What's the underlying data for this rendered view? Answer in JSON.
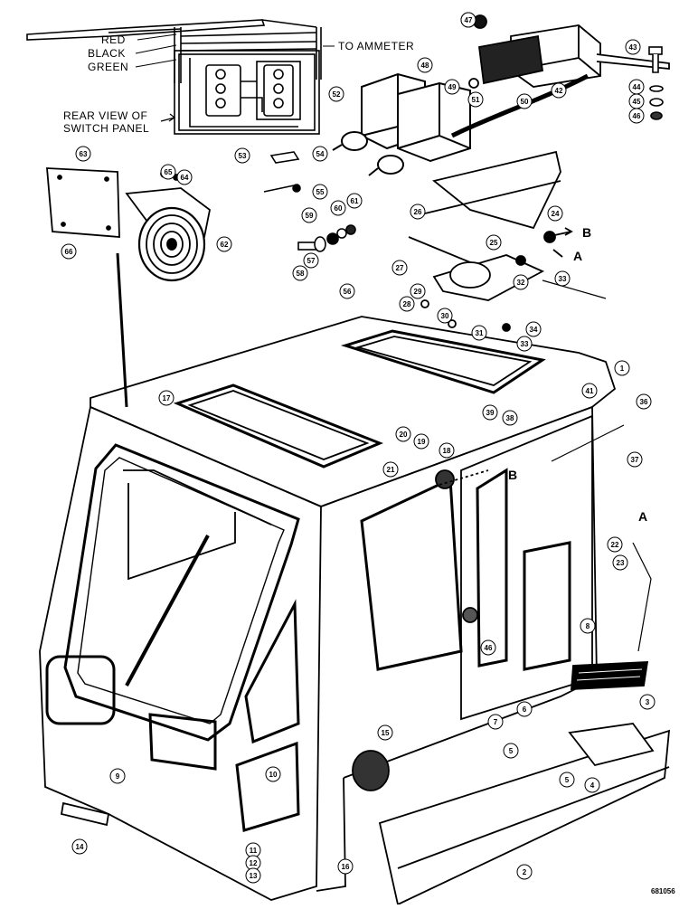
{
  "wire_labels": {
    "red": "RED",
    "black": "BLACK",
    "green": "GREEN",
    "ammeter": "TO AMMETER"
  },
  "panel_label": [
    "REAR VIEW OF",
    "SWITCH PANEL"
  ],
  "figure_id": "681056",
  "letters": {
    "a": "A",
    "b": "B"
  },
  "callouts": [
    "1",
    "2",
    "3",
    "4",
    "5",
    "6",
    "7",
    "8",
    "9",
    "10",
    "11",
    "12",
    "13",
    "14",
    "15",
    "16",
    "17",
    "18",
    "19",
    "20",
    "21",
    "22",
    "23",
    "24",
    "25",
    "26",
    "27",
    "28",
    "29",
    "30",
    "31",
    "32",
    "33",
    "34",
    "36",
    "37",
    "38",
    "39",
    "41",
    "42",
    "43",
    "44",
    "45",
    "46",
    "47",
    "48",
    "49",
    "50",
    "51",
    "52",
    "53",
    "54",
    "55",
    "56",
    "57",
    "58",
    "59",
    "60",
    "61",
    "62",
    "63",
    "64",
    "65",
    "66"
  ]
}
